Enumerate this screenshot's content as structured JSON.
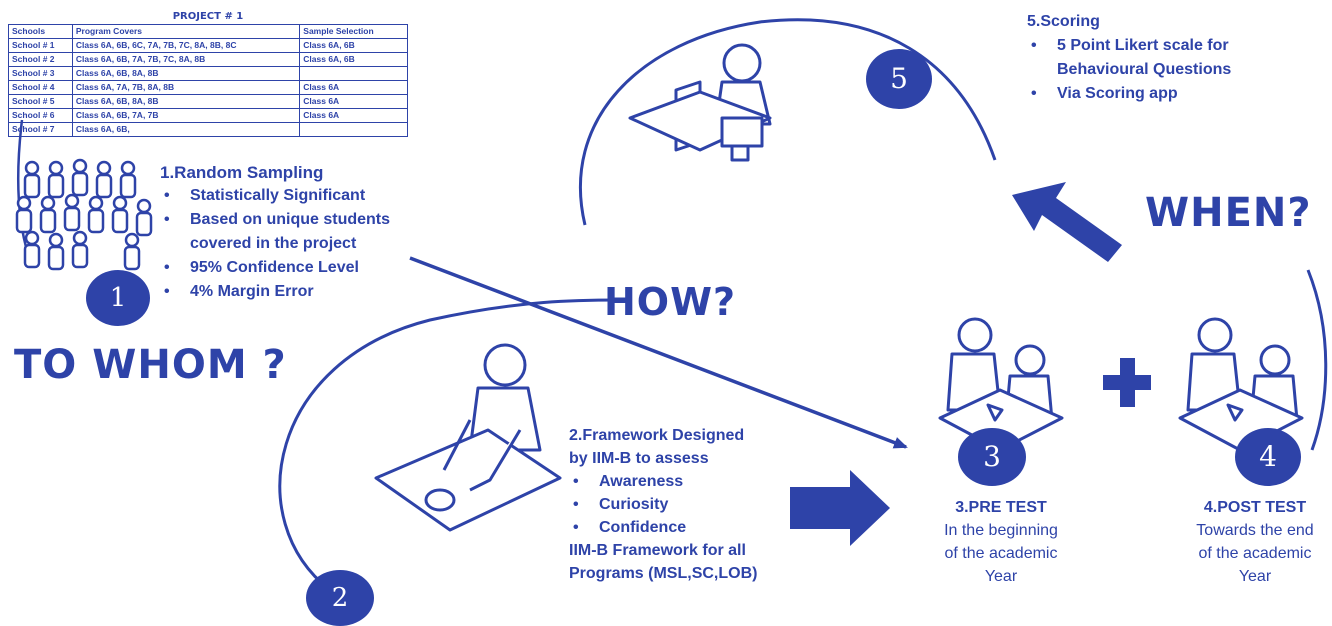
{
  "project_table": {
    "title": "PROJECT # 1",
    "headers": [
      "Schools",
      "Program Covers",
      "Sample Selection"
    ],
    "rows": [
      [
        "School # 1",
        "Class 6A, 6B, 6C, 7A, 7B, 7C, 8A, 8B, 8C",
        "Class 6A, 6B"
      ],
      [
        "School # 2",
        "Class 6A, 6B, 7A, 7B, 7C, 8A, 8B",
        "Class 6A, 6B"
      ],
      [
        "School # 3",
        "Class 6A, 6B, 8A, 8B",
        ""
      ],
      [
        "School # 4",
        "Class 6A, 7A, 7B, 8A, 8B",
        "Class 6A"
      ],
      [
        "School # 5",
        "Class 6A, 6B, 8A, 8B",
        "Class 6A"
      ],
      [
        "School # 6",
        "Class 6A, 6B, 7A, 7B",
        "Class 6A"
      ],
      [
        "School # 7",
        "Class 6A, 6B,",
        ""
      ]
    ]
  },
  "step1": {
    "title": "1.Random Sampling",
    "bullets": [
      "Statistically Significant",
      "Based on unique students covered in the project",
      "95% Confidence Level",
      "4% Margin Error"
    ],
    "number": "1"
  },
  "to_whom": "TO WHOM ?",
  "how": "HOW?",
  "when": "WHEN?",
  "step2": {
    "title_line1": "2.Framework Designed",
    "title_line2": "by IIM-B to assess",
    "bullets": [
      "Awareness",
      "Curiosity",
      "Confidence"
    ],
    "footer_line1": "IIM-B Framework for all",
    "footer_line2": "Programs (MSL,SC,LOB)",
    "number": "2"
  },
  "step3": {
    "title": "3.PRE TEST",
    "lines": [
      "In the beginning",
      "of the academic",
      "Year"
    ],
    "number": "3"
  },
  "step4": {
    "title": "4.POST TEST",
    "lines": [
      "Towards the end",
      "of the academic",
      "Year"
    ],
    "number": "4"
  },
  "step5": {
    "title": "5.Scoring",
    "bullets": [
      "5 Point Likert scale for Behavioural Questions",
      "Via Scoring app"
    ],
    "number": "5"
  },
  "colors": {
    "primary": "#2E43A8",
    "background": "#FFFFFF"
  }
}
